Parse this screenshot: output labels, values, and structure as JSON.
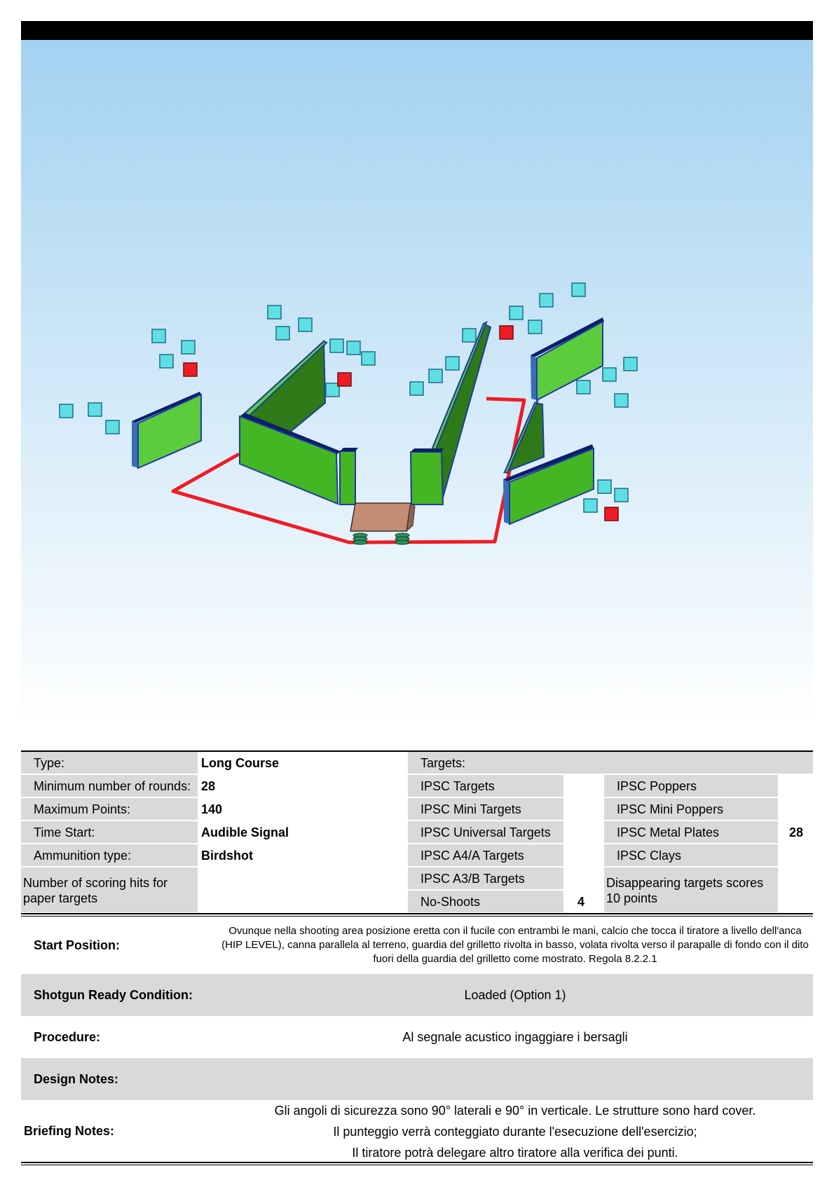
{
  "stage": {
    "fields": [
      {
        "label": "Type:",
        "value": "Long Course"
      },
      {
        "label": "Minimum number of rounds:",
        "value": "28"
      },
      {
        "label": "Maximum Points:",
        "value": "140"
      },
      {
        "label": "Time Start:",
        "value": "Audible Signal"
      },
      {
        "label": "Ammunition type:",
        "value": "Birdshot"
      },
      {
        "label": "Number of scoring hits for paper targets",
        "value": ""
      }
    ]
  },
  "targets": {
    "header": "Targets:",
    "paper": [
      {
        "name": "IPSC Targets",
        "count": ""
      },
      {
        "name": "IPSC Mini Targets",
        "count": ""
      },
      {
        "name": "IPSC Universal Targets",
        "count": ""
      },
      {
        "name": "IPSC A4/A Targets",
        "count": ""
      },
      {
        "name": "IPSC A3/B Targets",
        "count": ""
      },
      {
        "name": "No-Shoots",
        "count": "4"
      }
    ],
    "steel": [
      {
        "name": "IPSC Poppers"
      },
      {
        "name": "IPSC Mini Poppers"
      },
      {
        "name": "IPSC Metal Plates"
      },
      {
        "name": "IPSC Clays"
      },
      {
        "name": "Disappearing targets scores 10 points"
      }
    ],
    "steel_total": "28"
  },
  "briefing": {
    "start_position": {
      "label": "Start Position:",
      "text": "Ovunque nella shooting area posizione eretta con il fucile con entrambi le mani, calcio che tocca il tiratore a livello dell'anca (HIP LEVEL), canna parallela al terreno, guardia del grilletto rivolta in basso, volata rivolta verso il parapalle di fondo con il dito fuori della guardia del grilletto come mostrato. Regola 8.2.2.1"
    },
    "ready_condition": {
      "label": "Shotgun Ready Condition:",
      "text": "Loaded (Option 1)"
    },
    "procedure": {
      "label": "Procedure:",
      "text": "Al segnale acustico ingaggiare i bersagli"
    },
    "design_notes": {
      "label": "Design Notes:",
      "text": ""
    },
    "briefing_notes": {
      "label": "Briefing Notes:",
      "lines": [
        "Gli angoli di sicurezza sono 90° laterali e 90° in verticale. Le strutture sono hard cover.",
        "Il punteggio verrà conteggiato durante l'esecuzione dell'esercizio;",
        "Il tiratore potrà delegare altro tiratore alla verifica dei punti."
      ]
    }
  },
  "colors": {
    "sky_top": "#a3d2f1",
    "sky_bottom": "#ffffff",
    "wall_light": "#44b523",
    "wall_dark": "#2e7a18",
    "wall_edge": "#1f3b9e",
    "target_clay": "#5fdfe3",
    "target_noshoot": "#ee1c24",
    "fault_line": "#ee1c24",
    "table": "#c48c74"
  }
}
